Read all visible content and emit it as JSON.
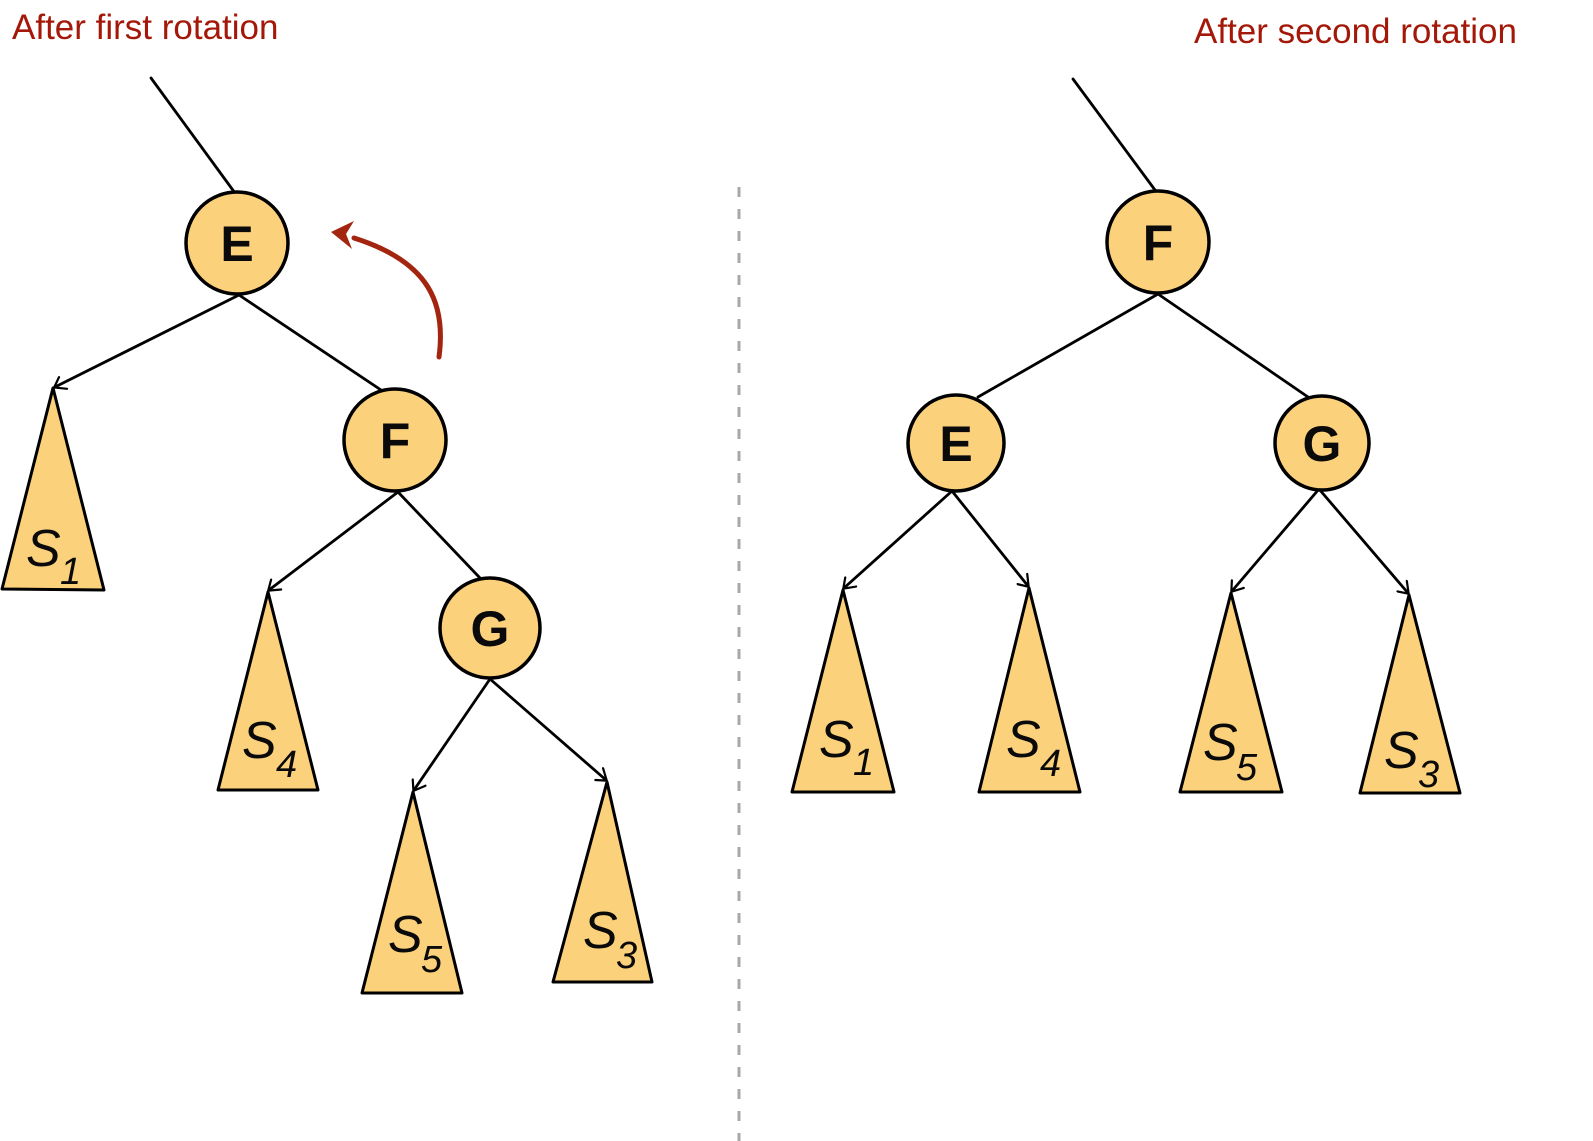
{
  "colors": {
    "background": "#FFFFFF",
    "title_red": "#A31808",
    "arrow_red": "#A3250F",
    "node_fill": "#FCD17C",
    "node_stroke": "#000000",
    "edge_black": "#000000",
    "divider_gray": "#A8A8A8"
  },
  "left": {
    "title": "After first rotation",
    "rotation_arrow_icon": "curved-counterclockwise-arrow",
    "nodes": {
      "root": "E",
      "right_child": "F",
      "right_grandchild": "G"
    },
    "subtrees": [
      {
        "base": "S",
        "sub": "1"
      },
      {
        "base": "S",
        "sub": "4"
      },
      {
        "base": "S",
        "sub": "5"
      },
      {
        "base": "S",
        "sub": "3"
      }
    ]
  },
  "right": {
    "title": "After second rotation",
    "nodes": {
      "root": "F",
      "left_child": "E",
      "right_child": "G"
    },
    "subtrees": [
      {
        "base": "S",
        "sub": "1"
      },
      {
        "base": "S",
        "sub": "4"
      },
      {
        "base": "S",
        "sub": "5"
      },
      {
        "base": "S",
        "sub": "3"
      }
    ]
  }
}
